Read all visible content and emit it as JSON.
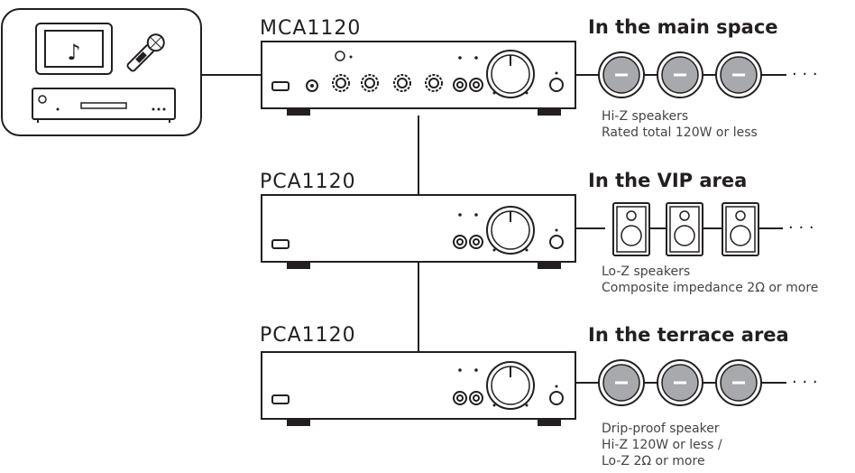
{
  "amplifiers": [
    {
      "name": "MCA1120"
    },
    {
      "name": "PCA1120"
    },
    {
      "name": "PCA1120"
    }
  ],
  "zones": [
    {
      "title": "In the main space",
      "speaker_type": "ceiling",
      "notes": [
        "Hi-Z  speakers",
        "Rated total 120W or less"
      ]
    },
    {
      "title": "In the VIP area",
      "speaker_type": "bookshelf",
      "notes": [
        "Lo-Z speakers",
        "Composite impedance 2Ω or more"
      ]
    },
    {
      "title": "In the terrace area",
      "speaker_type": "ceiling",
      "notes": [
        "Drip-proof speaker",
        "Hi-Z 120W or less /",
        "Lo-Z 2Ω or more"
      ]
    }
  ],
  "sources": {
    "icons": [
      "music-note-icon",
      "microphone-icon",
      "cd-player-icon"
    ],
    "music_symbol": "♪"
  },
  "ellipsis": "· · ·",
  "colors": {
    "line": "#231f20",
    "speaker_grille": "#a7a9ac",
    "background": "#ffffff"
  }
}
